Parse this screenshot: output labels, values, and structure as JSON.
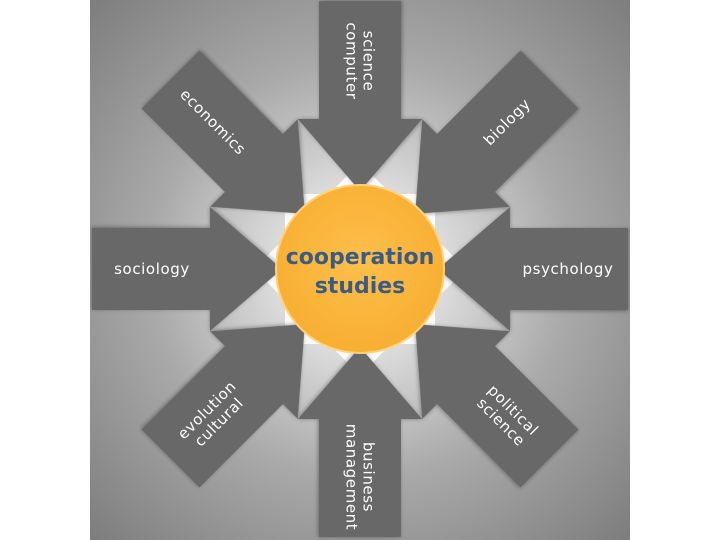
{
  "colors": {
    "arrow": "#686868",
    "center_fill": "#fbb63c",
    "center_stroke": "#ffd27a",
    "center_text": "#3a5b82",
    "star": "#ffffff"
  },
  "center": {
    "lines": [
      "cooperation",
      "studies"
    ]
  },
  "disciplines": [
    {
      "id": "computer-science",
      "angle": -90,
      "lines": [
        "computer",
        "science"
      ]
    },
    {
      "id": "biology",
      "angle": -45,
      "lines": [
        "biology"
      ]
    },
    {
      "id": "psychology",
      "angle": 0,
      "lines": [
        "psychology"
      ]
    },
    {
      "id": "political-science",
      "angle": 45,
      "lines": [
        "political",
        "science"
      ]
    },
    {
      "id": "business-management",
      "angle": 90,
      "lines": [
        "business",
        "management"
      ]
    },
    {
      "id": "cultural-evolution",
      "angle": 135,
      "lines": [
        "cultural",
        "evolution"
      ]
    },
    {
      "id": "sociology",
      "angle": 180,
      "lines": [
        "sociology"
      ]
    },
    {
      "id": "economics",
      "angle": -135,
      "lines": [
        "economics"
      ]
    }
  ]
}
